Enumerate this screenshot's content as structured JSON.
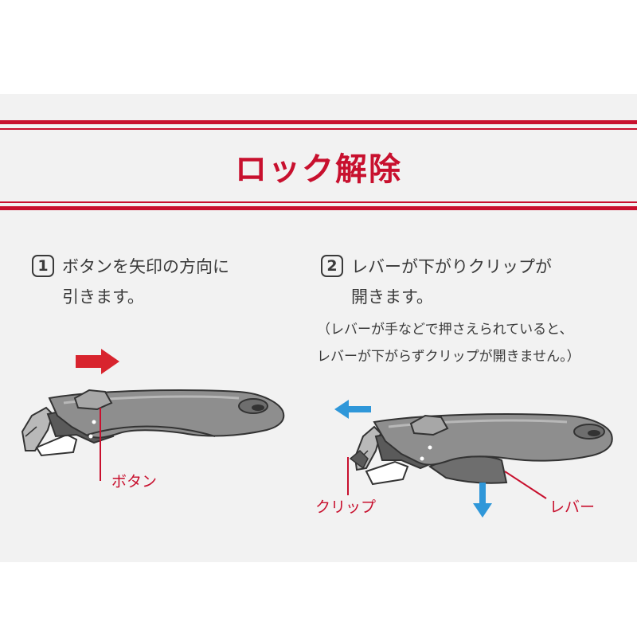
{
  "colors": {
    "accent_red": "#c8102e",
    "panel_grey": "#f2f2f2",
    "handle_grey": "#8e8e8e",
    "arrow_red": "#d8242e",
    "arrow_blue": "#2f97d9",
    "text": "#3a3a3a"
  },
  "title": "ロック解除",
  "steps": [
    {
      "number": "1",
      "lines": [
        "ボタンを矢印の方向に",
        "引きます。"
      ]
    },
    {
      "number": "2",
      "lines": [
        "レバーが下がりクリップが",
        "開きます。"
      ],
      "note": [
        "（レバーが手などで押さえられていると、",
        "レバーが下がらずクリップが開きません。）"
      ]
    }
  ],
  "labels": {
    "button": "ボタン",
    "clip": "クリップ",
    "lever": "レバー"
  },
  "icons": {
    "step1_arrow": "arrow-right-icon",
    "step2_arrow_left": "arrow-left-icon",
    "step2_arrow_down": "arrow-down-icon"
  }
}
